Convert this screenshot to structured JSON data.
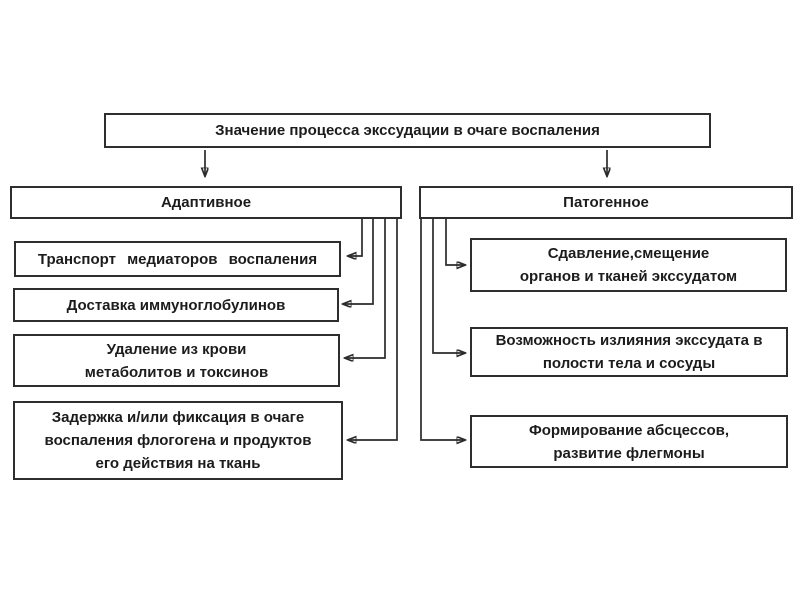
{
  "page": {
    "background_color": "#ffffff",
    "line_color": "#2b2b2b",
    "text_color": "#1c1c1c",
    "box_border_color": "#2e2e2e"
  },
  "diagram": {
    "title": "Значение процесса экссудации в очаге воспаления",
    "branches": [
      {
        "label": "Адаптивное",
        "items": [
          "Транспорт медиаторов воспаления",
          "Доставка иммуноглобулинов",
          "Удаление из крови\nметаболитов и токсинов",
          "Задержка и/или фиксация в очаге\nвоспаления флогогена и продуктов\nего действия на ткань"
        ]
      },
      {
        "label": "Патогенное",
        "items": [
          "Сдавление,смещение\nорганов и тканей экссудатом",
          "Возможность излияния экссудата в\nполости тела и сосуды",
          "Формирование абсцессов,\nразвитие флегмоны"
        ]
      }
    ]
  }
}
